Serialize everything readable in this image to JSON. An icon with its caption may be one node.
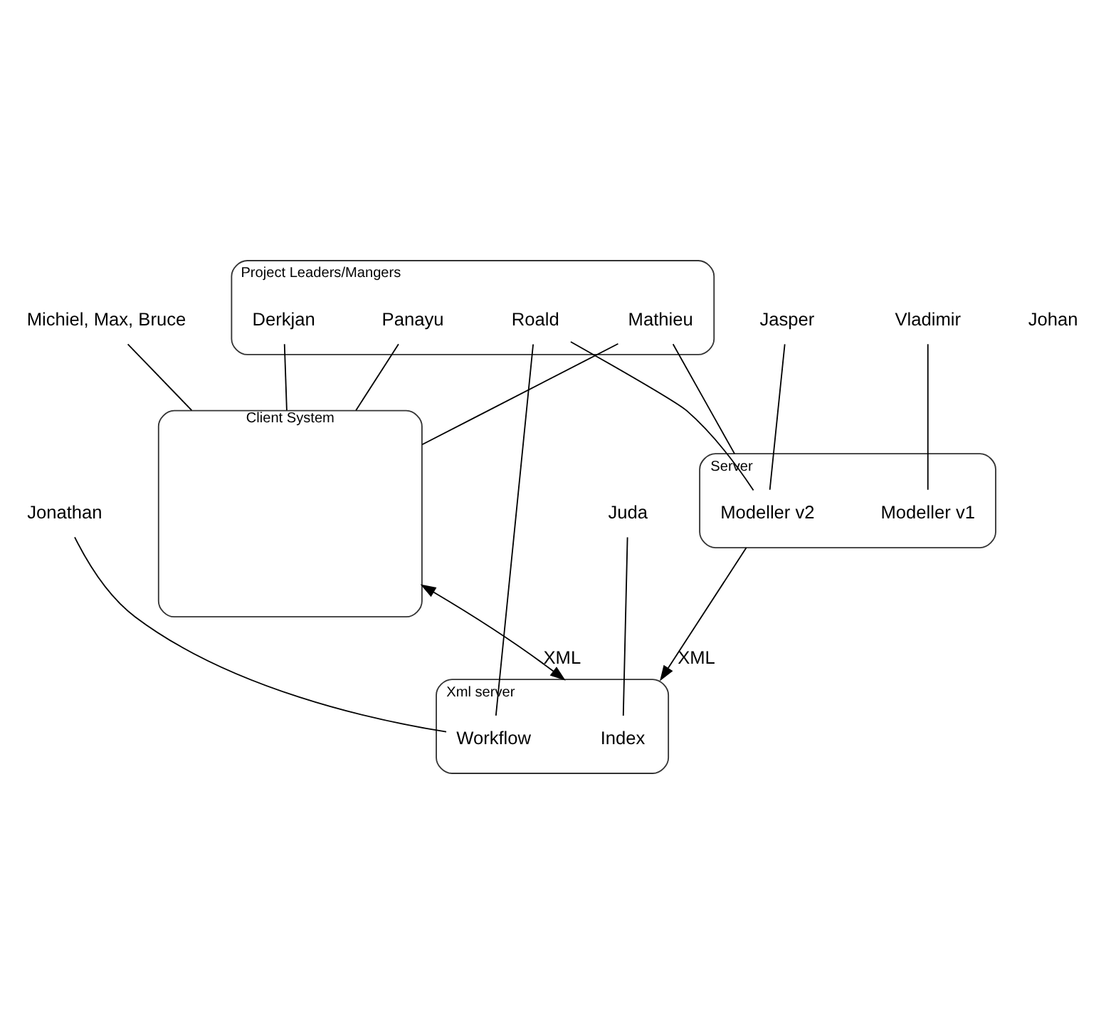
{
  "diagram": {
    "nodes": [
      {
        "text": [
          "Client System"
        ]
      },
      {
        "text": [
          "Project Leaders/Mangers"
        ]
      },
      {
        "text": [
          "Panayu"
        ],
        "in": 1
      },
      {
        "text": [
          "Derkjan"
        ],
        "in": 1
      },
      {
        "text": [
          "Mathieu"
        ],
        "in": 1
      },
      {
        "text": [
          "Roald"
        ],
        "in": 1
      },
      {
        "text": [
          "Michiel, Max, Bruce"
        ]
      },
      {
        "text": [
          "Xml server"
        ]
      },
      {
        "text": [
          "Index"
        ],
        "in": 7
      },
      {
        "text": [
          "Workflow"
        ],
        "in": 7
      },
      {
        "text": [
          "Juda"
        ]
      },
      {
        "text": [
          "Jonathan"
        ]
      },
      {
        "text": [
          "Server"
        ]
      },
      {
        "text": [
          "Modeller v2"
        ],
        "in": 12
      },
      {
        "text": [
          "Modeller v1"
        ],
        "in": 12
      },
      {
        "text": [
          "Jasper"
        ]
      },
      {
        "text": [
          "Vladimir"
        ]
      }
    ],
    "edges": [
      {
        "from": 0,
        "to": 7,
        "arrow": "both",
        "label": "XML"
      },
      {
        "from": 12,
        "to": 7,
        "arrow": "to",
        "label": "XML"
      },
      {
        "from": 6,
        "to": 0,
        "arrow": "none"
      },
      {
        "from": 2,
        "to": 0,
        "arrow": "none"
      },
      {
        "from": 3,
        "to": 0,
        "arrow": "none"
      },
      {
        "from": 4,
        "to": 0,
        "arrow": "none"
      },
      {
        "from": 4,
        "to": 12,
        "arrow": "none"
      },
      {
        "from": 5,
        "to": 9,
        "arrow": "none"
      },
      {
        "from": 5,
        "to": 13,
        "arrow": "none"
      },
      {
        "from": 10,
        "to": 8,
        "arrow": "none"
      },
      {
        "from": 11,
        "to": 9,
        "arrow": "none"
      },
      {
        "from": 15,
        "to": 13,
        "arrow": "none"
      },
      {
        "from": 16,
        "to": 14,
        "arrow": "none"
      }
    ],
    "labels": [
      "Johan"
    ]
  }
}
